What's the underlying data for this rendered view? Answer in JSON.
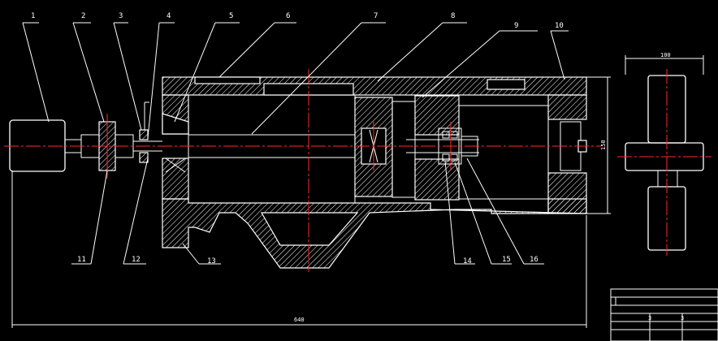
{
  "drawing": {
    "part_numbers": [
      "1",
      "2",
      "3",
      "4",
      "5",
      "6",
      "7",
      "8",
      "9",
      "10",
      "11",
      "12",
      "13",
      "14",
      "15",
      "16"
    ],
    "dimensions": {
      "overall_length": "640",
      "height": "150",
      "side_width": "100"
    },
    "title_block": {
      "cells": [
        "3",
        "3"
      ]
    },
    "colors": {
      "background": "#000000",
      "lines": "#ffffff",
      "centerlines": "#ff2a2a"
    }
  }
}
